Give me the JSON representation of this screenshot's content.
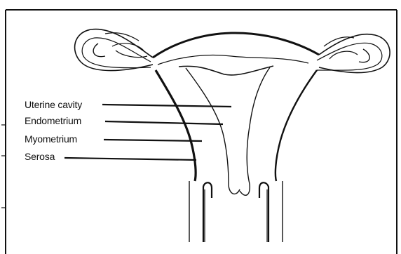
{
  "labels": {
    "uterine_cavity": "Uterine cavity",
    "endometrium": "Endometrium",
    "myometrium": "Myometrium",
    "serosa": "Serosa"
  },
  "colors": {
    "ink": "#111111",
    "background": "#ffffff"
  }
}
